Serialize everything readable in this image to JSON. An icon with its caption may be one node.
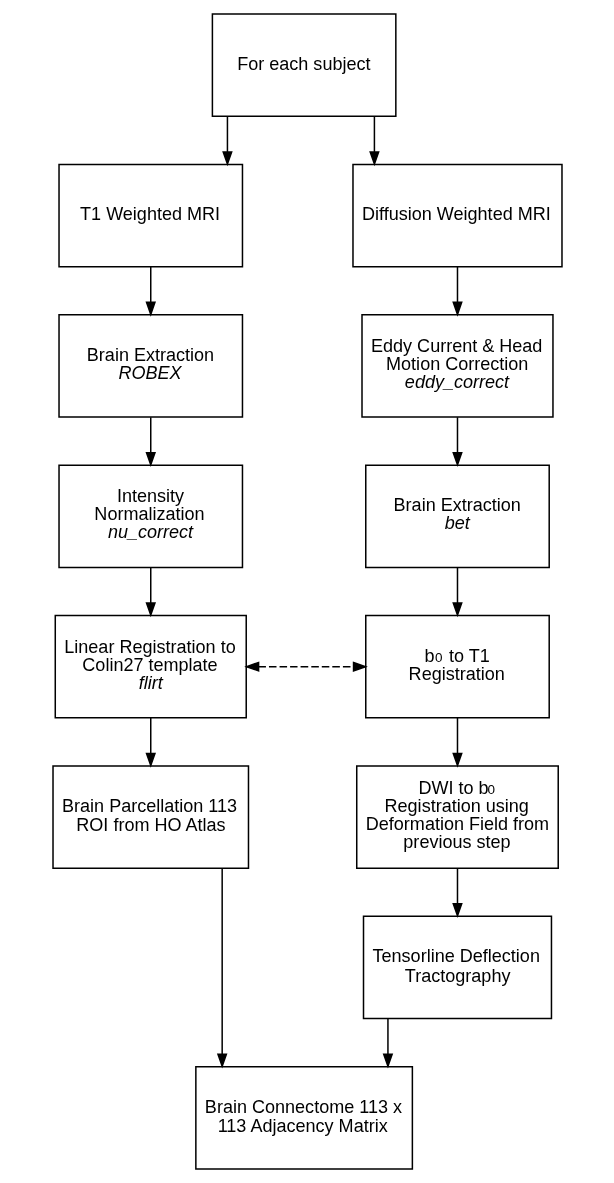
{
  "diagram": {
    "nodes": [
      {
        "text": [
          "For each subject"
        ]
      },
      {
        "text": [
          "T1 Weighted MRI"
        ]
      },
      {
        "text": [
          "Diffusion Weighted MRI"
        ]
      },
      {
        "text": [
          "Brain Extraction",
          "ROBEX"
        ]
      },
      {
        "text": [
          "Eddy Current & Head Motion Correction",
          "eddy_correct"
        ]
      },
      {
        "text": [
          "Intensity Normalization",
          "nu_correct"
        ]
      },
      {
        "text": [
          "Brain Extraction",
          "bet"
        ]
      },
      {
        "text": [
          "Linear Registration to Colin27 template",
          "flirt"
        ]
      },
      {
        "text": [
          "b$_{0}$ to T1 Registration"
        ]
      },
      {
        "text": [
          "Brain Parcellation 113 ROI from HO Atlas"
        ]
      },
      {
        "text": [
          "DWI to b$_{0}$ Registration using Deformation Field from previous step"
        ]
      },
      {
        "text": [
          "Tensorline Deflection Tractography"
        ]
      },
      {
        "text": [
          "Brain Connectome 113 x 113 Adjacency Matrix"
        ]
      }
    ],
    "edges": [
      {
        "from": 0,
        "to": 1,
        "arrow": "to"
      },
      {
        "from": 0,
        "to": 2,
        "arrow": "to"
      },
      {
        "from": 1,
        "to": 3,
        "arrow": "to"
      },
      {
        "from": 3,
        "to": 5,
        "arrow": "to"
      },
      {
        "from": 5,
        "to": 7,
        "arrow": "to"
      },
      {
        "from": 7,
        "to": 9,
        "arrow": "to"
      },
      {
        "from": 2,
        "to": 4,
        "arrow": "to"
      },
      {
        "from": 4,
        "to": 6,
        "arrow": "to"
      },
      {
        "from": 6,
        "to": 8,
        "arrow": "to"
      },
      {
        "from": 8,
        "to": 10,
        "arrow": "to"
      },
      {
        "from": 10,
        "to": 11,
        "arrow": "to"
      },
      {
        "from": 7,
        "to": 8,
        "arrow": "both",
        "style": "dashed"
      },
      {
        "from": 9,
        "to": 12,
        "arrow": "to"
      },
      {
        "from": 11,
        "to": 12,
        "arrow": "to"
      }
    ]
  }
}
